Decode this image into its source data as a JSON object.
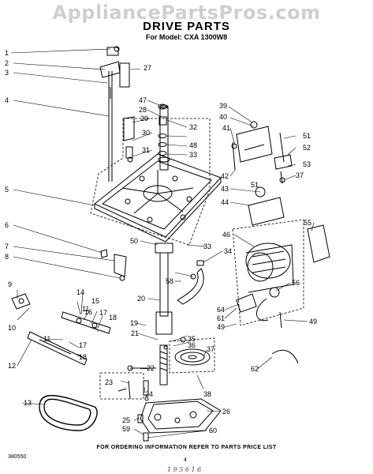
{
  "watermark": "AppliancePartsPros.com",
  "title": "DRIVE PARTS",
  "subtitle": "For Model: CXA 1300W8",
  "footer": "FOR ORDERING INFORMATION REFER TO PARTS PRICE LIST",
  "catalog_code": "380550",
  "page_number": "4",
  "handwriting": "1 9 5   6 1 6",
  "callouts": [
    "1",
    "2",
    "3",
    "4",
    "5",
    "6",
    "7",
    "8",
    "9",
    "10",
    "11",
    "12",
    "13",
    "14",
    "15",
    "16",
    "17",
    "18",
    "19",
    "20",
    "21",
    "22",
    "23",
    "24",
    "25",
    "26",
    "27",
    "28",
    "29",
    "30",
    "31",
    "32",
    "33",
    "34",
    "35",
    "36",
    "37",
    "38",
    "39",
    "40",
    "41",
    "42",
    "43",
    "44",
    "46",
    "47",
    "48",
    "49",
    "50",
    "51",
    "52",
    "53",
    "55",
    "56",
    "58",
    "59",
    "60",
    "61",
    "62",
    "64"
  ]
}
